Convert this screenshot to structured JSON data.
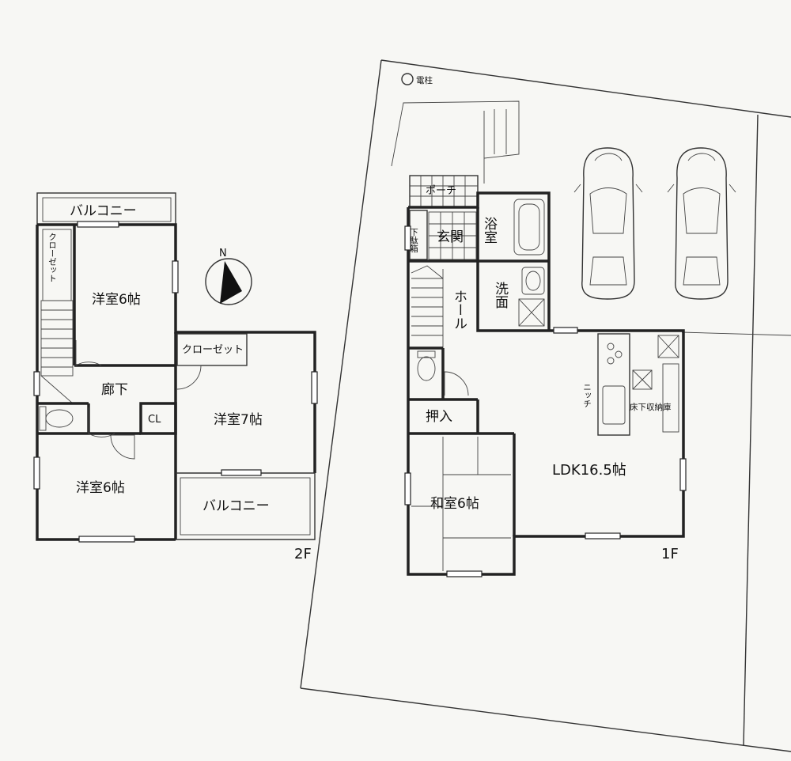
{
  "floor2": {
    "level": "2F",
    "rooms": {
      "balcony_top": "バルコニー",
      "closet_left": "クローゼット",
      "bedroom_nw": "洋室6帖",
      "closet_mid": "クローゼット",
      "hallway": "廊下",
      "cl": "CL",
      "bedroom_e": "洋室7帖",
      "bedroom_sw": "洋室6帖",
      "balcony_bottom": "バルコニー"
    }
  },
  "floor1": {
    "level": "1F",
    "rooms": {
      "porch": "ポーチ",
      "shoe_box": "下駄箱",
      "entrance": "玄関",
      "bath": "浴室",
      "hall": "ホール",
      "washroom": "洗面",
      "niche": "ニッチ",
      "underfloor_storage": "床下収納庫",
      "oshiire": "押入",
      "ldk": "LDK16.5帖",
      "washitsu": "和室6帖"
    }
  },
  "site": {
    "utility_pole": "電柱"
  },
  "compass": {
    "north_label": "N"
  }
}
